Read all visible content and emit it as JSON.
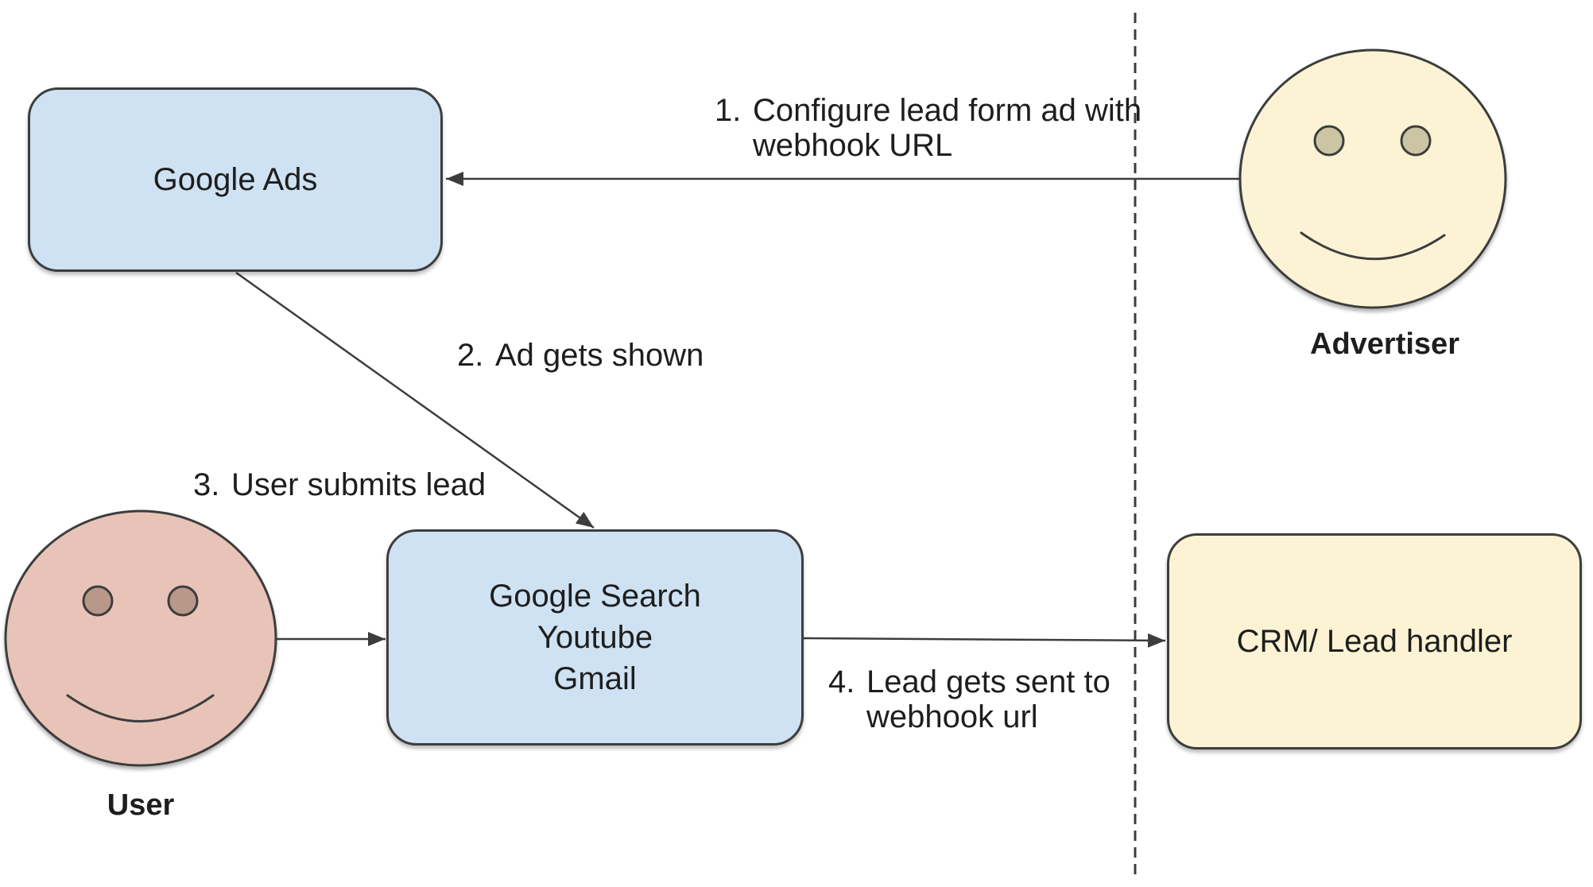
{
  "nodes": {
    "google_ads": {
      "label": "Google Ads"
    },
    "google_surfaces": {
      "lines": [
        "Google Search",
        "Youtube",
        "Gmail"
      ]
    },
    "crm": {
      "label": "CRM/ Lead handler"
    }
  },
  "actors": {
    "advertiser": {
      "label": "Advertiser"
    },
    "user": {
      "label": "User"
    }
  },
  "steps": [
    {
      "num": "1.",
      "lines": [
        "Configure lead form ad with",
        "webhook URL"
      ]
    },
    {
      "num": "2.",
      "lines": [
        "Ad gets shown"
      ]
    },
    {
      "num": "3.",
      "lines": [
        "User submits lead"
      ]
    },
    {
      "num": "4.",
      "lines": [
        "Lead gets sent to",
        "webhook url"
      ]
    }
  ],
  "colors": {
    "box_blue": "#cfe2f3",
    "box_yellow": "#fcf3d4",
    "face_yellow": "#fcf3d4",
    "eye_yellow": "#cbc5a4",
    "face_pink": "#e8c4b8",
    "eye_pink": "#b99789",
    "stroke": "#3d3d3d",
    "text": "#1e1e1e",
    "background": "#ffffff"
  }
}
